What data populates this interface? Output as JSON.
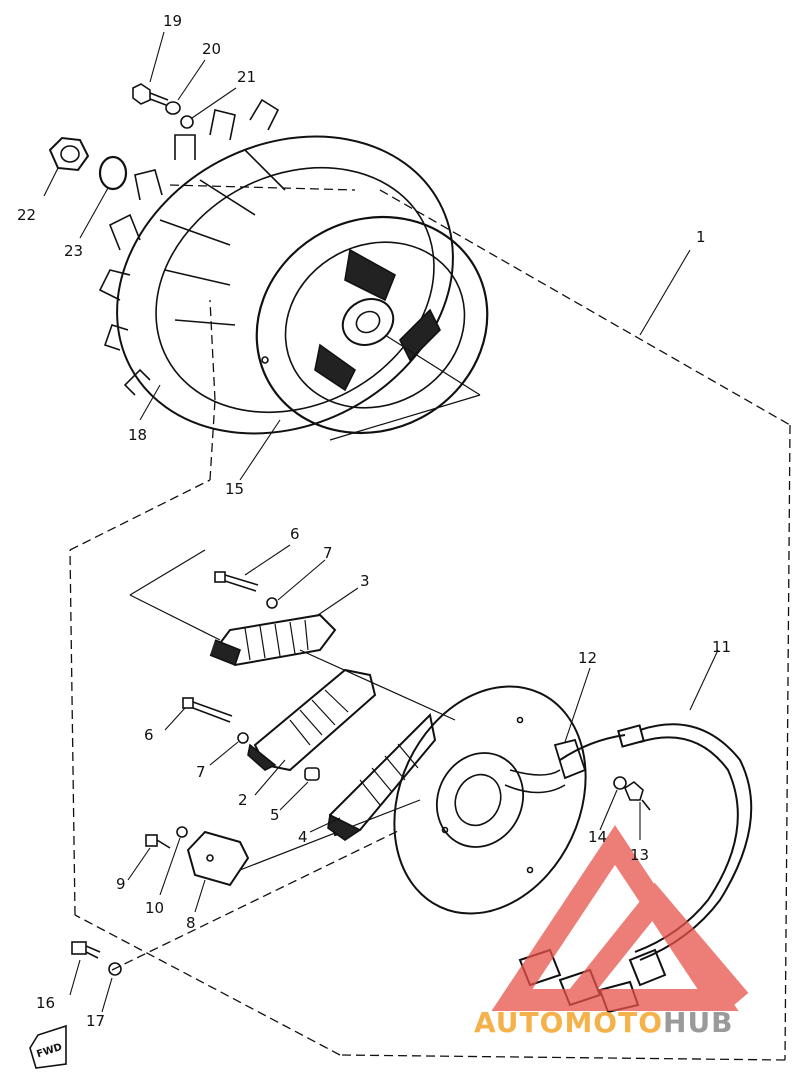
{
  "callouts": {
    "c1": "1",
    "c2": "2",
    "c3": "3",
    "c4": "4",
    "c5": "5",
    "c6a": "6",
    "c6b": "6",
    "c7a": "7",
    "c7b": "7",
    "c8": "8",
    "c9": "9",
    "c10": "10",
    "c11": "11",
    "c12": "12",
    "c13": "13",
    "c14": "14",
    "c15": "15",
    "c16": "16",
    "c17": "17",
    "c18": "18",
    "c19": "19",
    "c20": "20",
    "c21": "21",
    "c22": "22",
    "c23": "23"
  },
  "fwd_label": "FWD",
  "watermark": {
    "part1": "AUTOMOTO",
    "part2": "HUB"
  },
  "colors": {
    "line": "#111111",
    "watermark_red": "#e8524a",
    "watermark_orange": "#f5b24a",
    "watermark_grey": "#9a9a9a"
  }
}
